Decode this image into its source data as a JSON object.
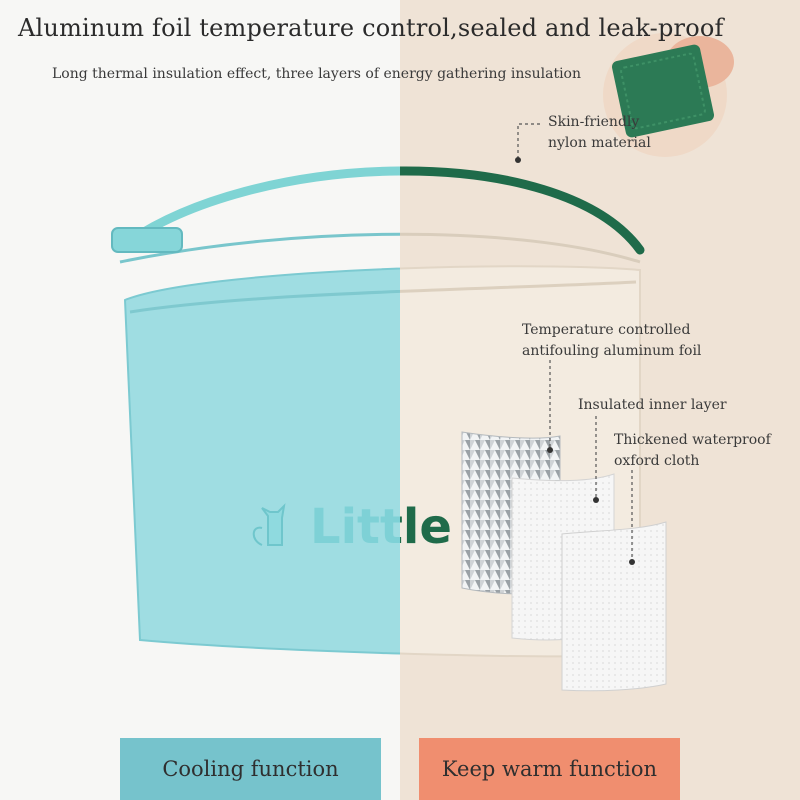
{
  "header": {
    "title": "Aluminum foil temperature control,sealed and leak-proof",
    "subtitle": "Long thermal insulation effect, three layers of energy gathering insulation"
  },
  "callouts": {
    "nylon": [
      "Skin-friendly",
      "nylon material"
    ],
    "foil": [
      "Temperature controlled",
      "antifouling aluminum foil"
    ],
    "inner": [
      "Insulated inner layer"
    ],
    "oxford": [
      "Thickened waterproof",
      "oxford cloth"
    ]
  },
  "bag": {
    "brand_text": "Little"
  },
  "functions": {
    "cooling": "Cooling function",
    "warm": "Keep warm function"
  },
  "colors": {
    "cooling_tint": "#8fd3d9",
    "warm_background": "#efe3d6",
    "strap_green": "#1f6b4a",
    "cooling_button": "#76c3cc",
    "warm_button": "#f08e6f"
  }
}
